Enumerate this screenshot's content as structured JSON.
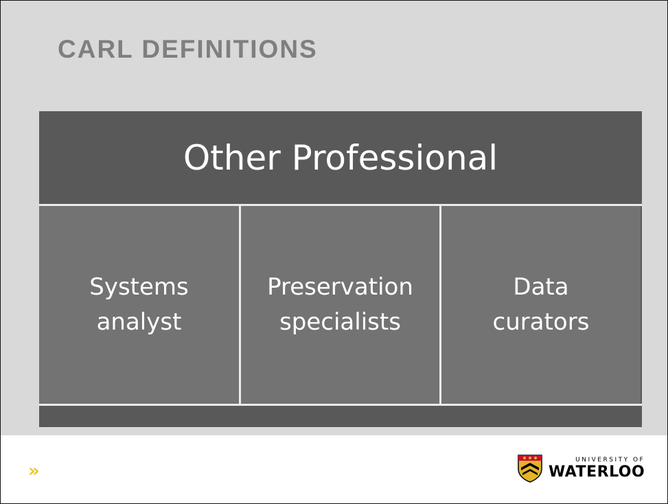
{
  "slide": {
    "title": "CARL DEFINITIONS"
  },
  "diagram": {
    "header": "Other Professional",
    "columns": [
      {
        "line1": "Systems",
        "line2": "analyst"
      },
      {
        "line1": "Preservation",
        "line2": "specialists"
      },
      {
        "line1": "Data",
        "line2": "curators"
      }
    ]
  },
  "footer": {
    "chevron": "»",
    "logo_small": "UNIVERSITY OF",
    "logo_big": "WATERLOO"
  },
  "colors": {
    "background": "#d9d9d9",
    "header_fill": "#595959",
    "column_fill": "#737373",
    "title_text": "#7f7f7f",
    "accent": "#e8c72a"
  }
}
